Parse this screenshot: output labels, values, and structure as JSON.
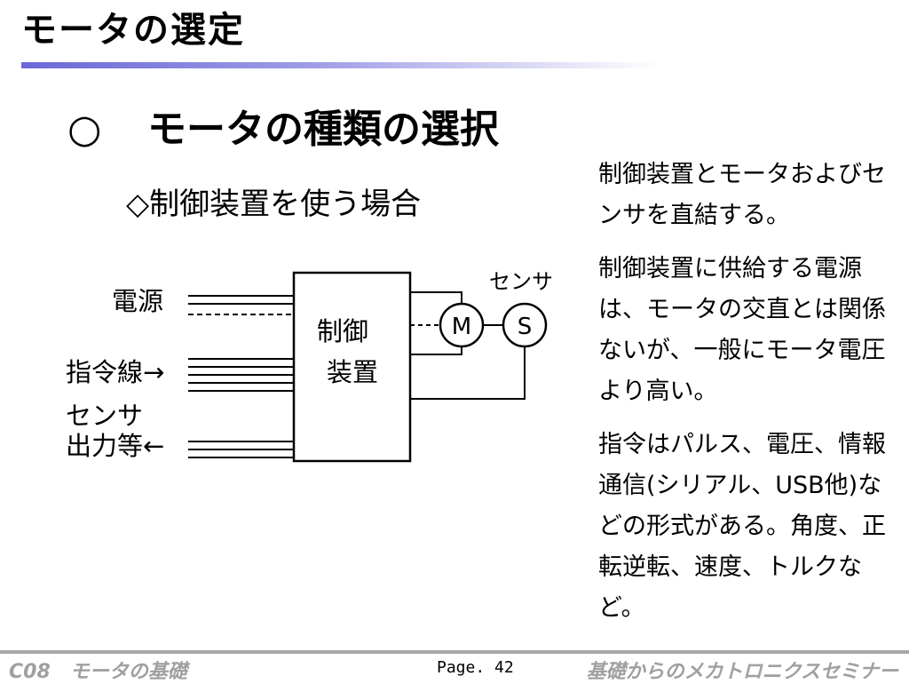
{
  "slide": {
    "title": "モータの選定",
    "heading_bullet": "○",
    "heading": "モータの種類の選択",
    "subheading": "◇制御装置を使う場合"
  },
  "diagram": {
    "labels": {
      "power": "電源",
      "command": "指令線→",
      "sensor_out_line1": "センサ",
      "sensor_out_line2": "出力等←",
      "controller_line1": "制御",
      "controller_line2": "装置",
      "motor": "M",
      "sensor": "S",
      "sensor_caption": "センサ"
    }
  },
  "side_text": {
    "paragraphs": [
      "制御装置とモータおよびセンサを直結する。",
      "制御装置に供給する電源は、モータの交直とは関係ないが、一般にモータ電圧より高い。",
      "指令はパルス、電圧、情報通信(シリアル、USB他)などの形式がある。角度、正転逆転、速度、トルクなど。"
    ]
  },
  "footer": {
    "left": "C08　モータの基礎",
    "page": "Page. 42",
    "right": "基礎からのメカトロニクスセミナー"
  },
  "colors": {
    "title_rule_start": "#6b68d6",
    "footer_text": "#a0a0a0",
    "footer_rule": "#a8a8a8"
  }
}
